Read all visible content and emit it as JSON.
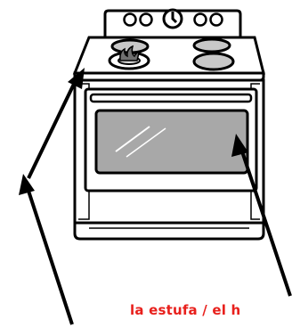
{
  "caption": {
    "text": "la estufa / el h",
    "color": "#e8201c"
  },
  "illustration": {
    "subject": "stove-with-oven",
    "outline_color": "#000000",
    "window_color": "#a8a8a8",
    "flame_color": "#707070",
    "arrow_count": 3
  }
}
